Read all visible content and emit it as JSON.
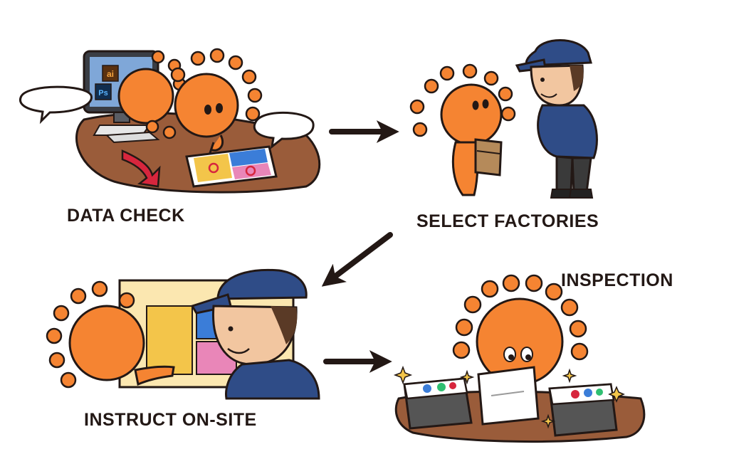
{
  "steps": [
    {
      "id": "data-check",
      "label": "DATA CHECK"
    },
    {
      "id": "select-factories",
      "label": "SELECT FACTORIES"
    },
    {
      "id": "instruct-on-site",
      "label": "INSTRUCT ON-SITE"
    },
    {
      "id": "inspection",
      "label": "INSPECTION"
    }
  ],
  "software_icons": {
    "illustrator": "ai",
    "photoshop": "Ps"
  },
  "colors": {
    "mascot": "#F58432",
    "outline": "#231815",
    "worker_blue": "#2F4C87",
    "desk": "#9A5C3A",
    "accent_red": "#D7263D",
    "highlight_yellow": "#F3C54A",
    "highlight_pink": "#E986B8",
    "highlight_blue": "#3B7DD8"
  }
}
